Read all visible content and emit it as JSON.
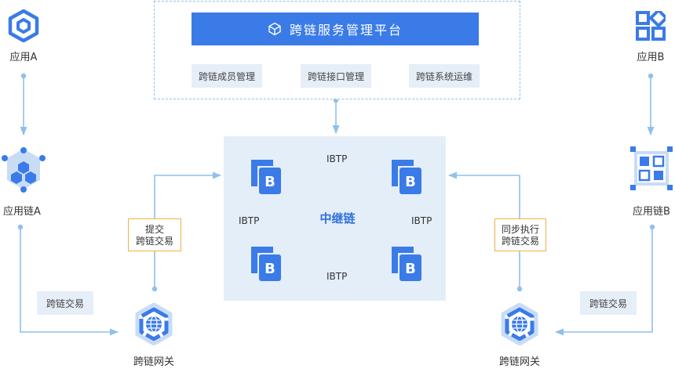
{
  "platform": {
    "title": "跨链服务管理平台",
    "tags": [
      "跨链成员管理",
      "跨链接口管理",
      "跨链系统运维"
    ]
  },
  "left": {
    "app": "应用A",
    "chain": "应用链A",
    "gateway": "跨链网关",
    "tx_tag": "跨链交易",
    "submit_line1": "提交",
    "submit_line2": "跨链交易"
  },
  "right": {
    "app": "应用B",
    "chain": "应用链B",
    "gateway": "跨链网关",
    "tx_tag": "跨链交易",
    "sync_line1": "同步执行",
    "sync_line2": "跨链交易"
  },
  "relay": {
    "name": "中继链",
    "node_letter": "B",
    "edge_label": "IBTP"
  },
  "colors": {
    "primary": "#3a7be8",
    "line": "#8fc0ee",
    "relay_bg": "#e4eef9",
    "tag_bg": "#e6eef8",
    "orange": "#f0b347"
  },
  "icons": [
    "app-a-icon",
    "app-b-icon",
    "chain-a-icon",
    "chain-b-icon",
    "gateway-icon",
    "cube-icon",
    "node-b-icon"
  ]
}
